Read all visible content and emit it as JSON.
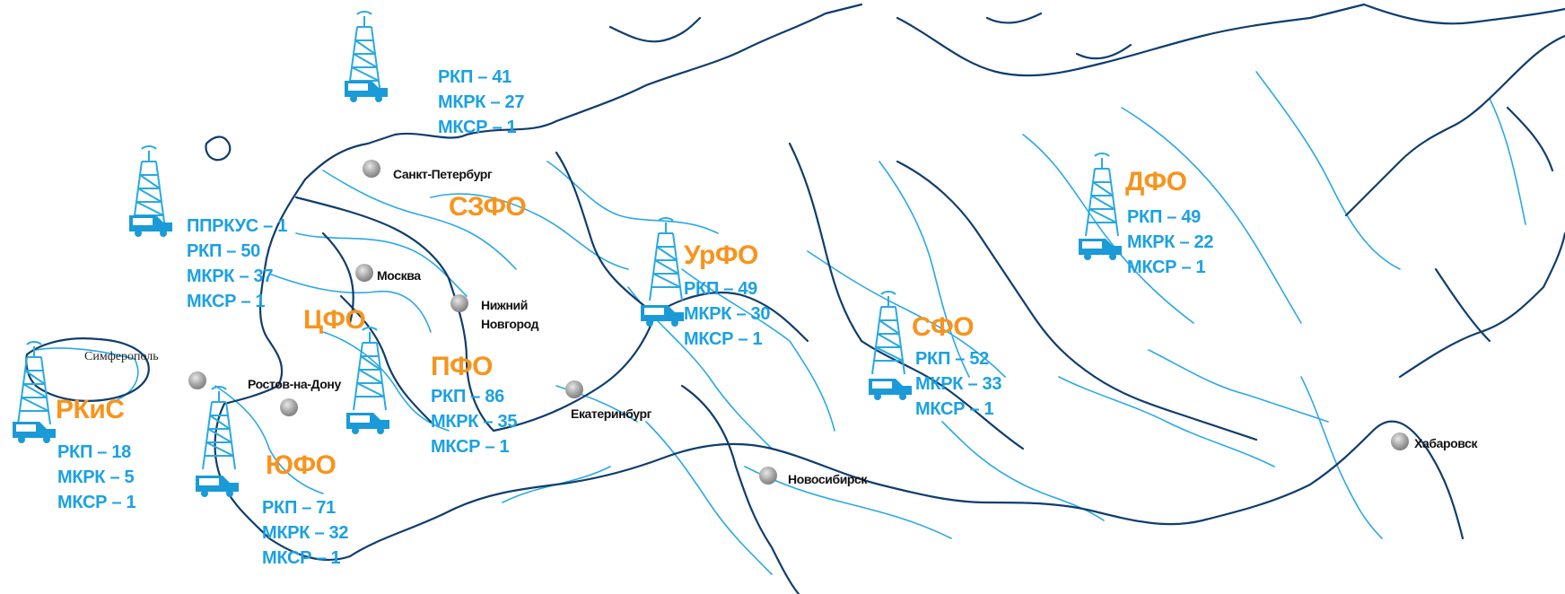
{
  "colors": {
    "district_name": "#f7941d",
    "stats": "#1ba1e2",
    "border": "#0f3d6e",
    "river": "#2ba8e6",
    "tower": "#29a9e1",
    "vehicle": "#1a9ad6"
  },
  "districts": [
    {
      "id": "szfo",
      "name": "",
      "stats": [
        "РКП – 41",
        "МКРК – 27",
        "МКСР – 1"
      ]
    },
    {
      "id": "szfo-label",
      "name": "СЗФО",
      "stats": []
    },
    {
      "id": "cfo",
      "name": "ЦФО",
      "stats": [
        "ППРКУС – 1",
        "РКП – 50",
        "МКРК – 37",
        "МКСР – 1"
      ]
    },
    {
      "id": "rkis",
      "name": "РКиС",
      "stats": [
        "РКП – 18",
        "МКРК – 5",
        "МКСР – 1"
      ]
    },
    {
      "id": "yufo",
      "name": "ЮФО",
      "stats": [
        "РКП – 71",
        "МКРК – 32",
        "МКСР – 1"
      ]
    },
    {
      "id": "pfo",
      "name": "ПФО",
      "stats": [
        "РКП – 86",
        "МКРК – 35",
        "МКСР – 1"
      ]
    },
    {
      "id": "urfo",
      "name": "УрФО",
      "stats": [
        "РКП – 49",
        "МКРК – 30",
        "МКСР – 1"
      ]
    },
    {
      "id": "sfo",
      "name": "СФО",
      "stats": [
        "РКП – 52",
        "МКРК – 33",
        "МКСР – 1"
      ]
    },
    {
      "id": "dfo",
      "name": "ДФО",
      "stats": [
        "РКП – 49",
        "МКРК – 22",
        "МКСР – 1"
      ]
    }
  ],
  "cities": {
    "spb": "Санкт-Петербург",
    "moscow": "Москва",
    "nn_line1": "Нижний",
    "nn_line2": "Новгород",
    "rostov": "Ростов-на-Дону",
    "simferopol": "Симферополь",
    "ekb": "Екатеринбург",
    "nsk": "Новосибирск",
    "khv": "Хабаровск"
  },
  "icons": {
    "tower": "radio-tower-icon",
    "vehicle": "van-icon",
    "city": "city-marker-icon"
  }
}
